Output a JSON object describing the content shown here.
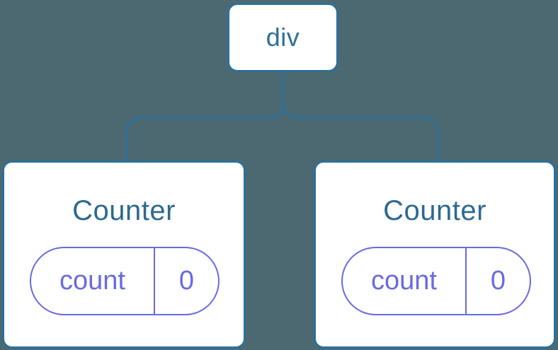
{
  "diagram": {
    "description": "Component tree diagram: a div root element with two Counter children, each holding its own state",
    "root": {
      "label": "div"
    },
    "children": [
      {
        "label": "Counter",
        "state": {
          "key": "count",
          "value": "0"
        }
      },
      {
        "label": "Counter",
        "state": {
          "key": "count",
          "value": "0"
        }
      }
    ],
    "colors": {
      "background": "#4C6972",
      "node_fill": "#FFFFFF",
      "node_stroke": "#2E6F99",
      "root_label": "#2E6F99",
      "counter_label": "#2D6A8F",
      "state_purple": "#6A6ADF"
    }
  }
}
